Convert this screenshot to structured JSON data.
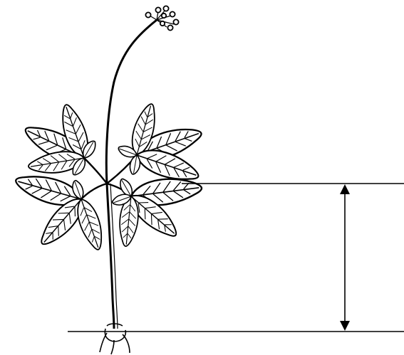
{
  "figure": {
    "subject": "plant-illustration",
    "line_color": "#000000",
    "background": "#ffffff",
    "parts": [
      "flower-cluster",
      "flower-stalk",
      "leaves",
      "main-stem",
      "roots"
    ],
    "annotation": {
      "type": "height-measurement",
      "reference_lines": [
        "top-line",
        "ground-line"
      ],
      "arrow": "double-headed-vertical",
      "label": ""
    }
  }
}
